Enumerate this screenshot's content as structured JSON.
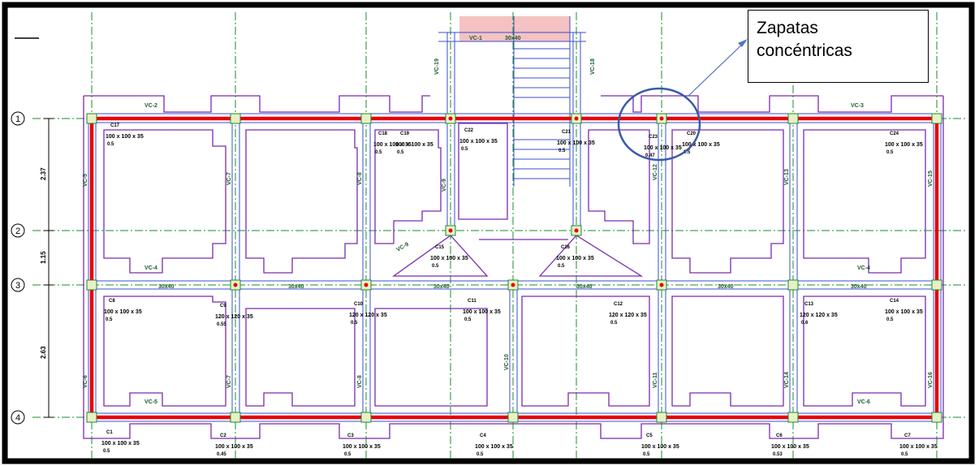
{
  "callout": {
    "line1": "Zapatas",
    "line2": "concéntricas"
  },
  "axis_labels": [
    "1",
    "2",
    "3",
    "4"
  ],
  "dimension_labels": [
    "2.37",
    "1.15",
    "2.63"
  ],
  "footings": [
    {
      "id": "C17",
      "size": "100 x 100 x 35",
      "depth": "0.5"
    },
    {
      "id": "C18",
      "size": "100 x 100 x 35",
      "depth": "0.5"
    },
    {
      "id": "C19",
      "size": "100 x 100 x 35",
      "depth": "0.5"
    },
    {
      "id": "C22",
      "size": "100 x 100 x 35",
      "depth": "0.5"
    },
    {
      "id": "C21",
      "size": "100 x 100 x 35",
      "depth": "0.5"
    },
    {
      "id": "C23",
      "size": "100 x 100 x 35",
      "depth": "0.47"
    },
    {
      "id": "C20",
      "size": "100 x 100 x 35",
      "depth": "0.5"
    },
    {
      "id": "C24",
      "size": "100 x 100 x 35",
      "depth": "0.5"
    },
    {
      "id": "C15",
      "size": "100 x 100 x 35",
      "depth": "0.5"
    },
    {
      "id": "C16",
      "size": "100 x 100 x 35",
      "depth": "0.5"
    },
    {
      "id": "C8",
      "size": "100 x 100 x 35",
      "depth": "0.5"
    },
    {
      "id": "C9",
      "size": "120 x 120 x 35",
      "depth": "0.55"
    },
    {
      "id": "C10",
      "size": "120 x 120 x 35",
      "depth": "0.5"
    },
    {
      "id": "C11",
      "size": "100 x 100 x 35",
      "depth": "0.5"
    },
    {
      "id": "C12",
      "size": "120 x 120 x 35",
      "depth": "0.5"
    },
    {
      "id": "C13",
      "size": "120 x 120 x 35",
      "depth": "0.6"
    },
    {
      "id": "C14",
      "size": "100 x 100 x 35",
      "depth": "0.5"
    },
    {
      "id": "C1",
      "size": "100 x 100 x 35",
      "depth": "0.5"
    },
    {
      "id": "C2",
      "size": "100 x 100 x 35",
      "depth": "0.45"
    },
    {
      "id": "C3",
      "size": "100 x 100 x 35",
      "depth": "0.5"
    },
    {
      "id": "C4",
      "size": "100 x 100 x 35",
      "depth": "0.5"
    },
    {
      "id": "C5",
      "size": "100 x 100 x 35",
      "depth": "0.5"
    },
    {
      "id": "C6",
      "size": "100 x 100 x 35",
      "depth": "0.53"
    },
    {
      "id": "C7",
      "size": "100 x 100 x 35",
      "depth": "0.5"
    }
  ],
  "beams": {
    "vc1": "VC-1",
    "vc2": "VC-2",
    "vc3": "VC-3",
    "vc4a": "VC-4",
    "vc4b": "VC-4",
    "vc5": "VC-5",
    "vc6": "VC-6",
    "vc7": "VC-7",
    "vc8": "VC-8",
    "vc9": "VC-9",
    "vc10": "VC-10",
    "vc11": "VC-11",
    "vc12": "VC-12",
    "vc13": "VC-13",
    "vc14": "VC-14",
    "vc15": "VC-15",
    "vc16": "VC-16",
    "vc18": "VC-18",
    "vc19": "VC-19",
    "vc5b": "VC-5",
    "vc6b": "VC-6",
    "vc7b": "VC-7",
    "vc8b": "VC-8",
    "vc9b": "VC-9"
  },
  "section": "30x40",
  "colors": {
    "frame": "#e8000a",
    "grid": "#1a8c2a",
    "beam": "#3a4fd0",
    "footing": "#7a2bb0",
    "highlight": "#3b5aa8",
    "stair": "#f4c2c2"
  }
}
